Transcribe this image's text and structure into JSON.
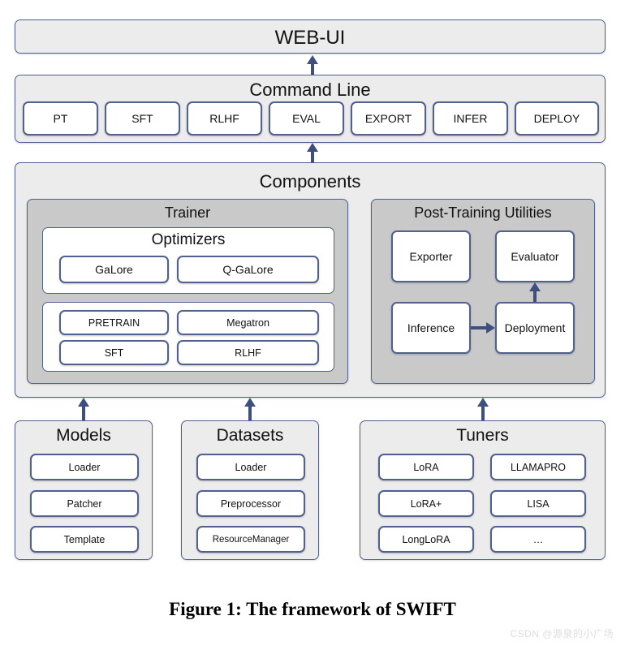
{
  "figure": {
    "caption": "Figure 1: The framework of SWIFT",
    "watermark": "CSDN @源泉的小广场",
    "colors": {
      "frame_fill": "#ececec",
      "panel_fill": "#c9c9c9",
      "chip_fill": "#ffffff",
      "border": "#51618f",
      "arrow": "#3e4f7d"
    }
  },
  "web_ui": {
    "title": "WEB-UI"
  },
  "command_line": {
    "title": "Command Line",
    "commands": [
      {
        "label": "PT"
      },
      {
        "label": "SFT"
      },
      {
        "label": "RLHF"
      },
      {
        "label": "EVAL"
      },
      {
        "label": "EXPORT"
      },
      {
        "label": "INFER"
      },
      {
        "label": "DEPLOY"
      }
    ]
  },
  "components": {
    "title": "Components",
    "trainer": {
      "title": "Trainer",
      "optimizers": {
        "title": "Optimizers",
        "items": [
          {
            "label": "GaLore"
          },
          {
            "label": "Q-GaLore"
          }
        ]
      },
      "training_methods": {
        "items": [
          {
            "label": "PRETRAIN"
          },
          {
            "label": "Megatron"
          },
          {
            "label": "SFT"
          },
          {
            "label": "RLHF"
          }
        ]
      }
    },
    "post_training": {
      "title": "Post-Training Utilities",
      "items": [
        {
          "label": "Exporter"
        },
        {
          "label": "Evaluator"
        },
        {
          "label": "Inference"
        },
        {
          "label": "Deployment"
        }
      ],
      "edges": [
        {
          "from": "Inference",
          "to": "Deployment",
          "direction": "right"
        },
        {
          "from": "Deployment",
          "to": "Evaluator",
          "direction": "up"
        }
      ]
    }
  },
  "models": {
    "title": "Models",
    "items": [
      {
        "label": "Loader"
      },
      {
        "label": "Patcher"
      },
      {
        "label": "Template"
      }
    ]
  },
  "datasets": {
    "title": "Datasets",
    "items": [
      {
        "label": "Loader"
      },
      {
        "label": "Preprocessor"
      },
      {
        "label": "ResourceManager"
      }
    ]
  },
  "tuners": {
    "title": "Tuners",
    "items_left": [
      {
        "label": "LoRA"
      },
      {
        "label": "LoRA+"
      },
      {
        "label": "LongLoRA"
      }
    ],
    "items_right": [
      {
        "label": "LLAMAPRO"
      },
      {
        "label": "LISA"
      },
      {
        "label": "…"
      }
    ]
  },
  "flow_arrows": [
    {
      "from": "Command Line",
      "to": "WEB-UI"
    },
    {
      "from": "Components",
      "to": "Command Line"
    },
    {
      "from": "Models",
      "to": "Components"
    },
    {
      "from": "Datasets",
      "to": "Components"
    },
    {
      "from": "Tuners",
      "to": "Components"
    }
  ]
}
